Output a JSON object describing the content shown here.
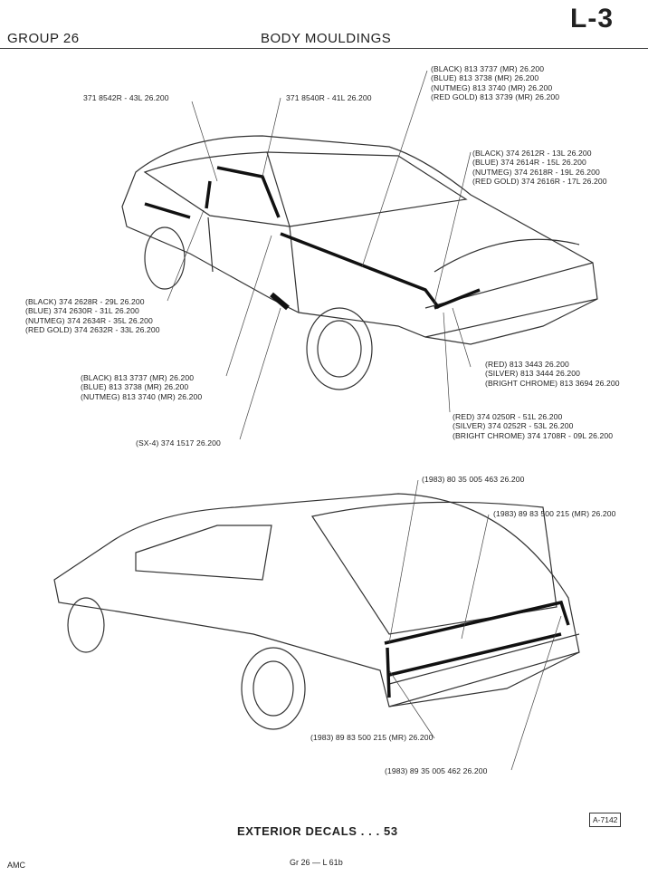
{
  "header": {
    "group": "GROUP 26",
    "title": "BODY MOULDINGS",
    "page_code": "L-3"
  },
  "callouts_top": {
    "rear_quarter_window": [
      "371 8542R - 43L  26.200"
    ],
    "door_window": [
      "371 8540R - 41L  26.200"
    ],
    "belt_stripe": [
      "(BLACK) 813 3737 (MR)  26.200",
      "(BLUE) 813 3738 (MR)  26.200",
      "(NUTMEG) 813 3740 (MR)  26.200",
      "(RED GOLD) 813 3739 (MR)  26.200"
    ],
    "front_fender": [
      "(BLACK) 374 2612R - 13L  26.200",
      "(BLUE) 374 2614R - 15L  26.200",
      "(NUTMEG) 374 2618R - 19L  26.200",
      "(RED GOLD) 374 2616R - 17L  26.200"
    ],
    "quarter_panel": [
      "(BLACK) 374 2628R - 29L  26.200",
      "(BLUE) 374 2630R - 31L  26.200",
      "(NUTMEG) 374 2634R - 35L  26.200",
      "(RED GOLD) 374 2632R - 33L  26.200"
    ],
    "grille": [
      "(RED) 813 3443  26.200",
      "(SILVER) 813 3444  26.200",
      "(BRIGHT CHROME) 813 3694  26.200"
    ],
    "door_stripe": [
      "(BLACK) 813 3737 (MR)  26.200",
      "(BLUE) 813 3738 (MR)  26.200",
      "(NUTMEG) 813 3740 (MR)  26.200"
    ],
    "headlamp": [
      "(RED) 374 0250R - 51L  26.200",
      "(SILVER) 374 0252R - 53L  26.200",
      "(BRIGHT CHROME) 374 1708R - 09L  26.200"
    ],
    "sx4_emblem": [
      "(SX-4) 374 1517  26.200"
    ]
  },
  "callouts_bottom": {
    "tail_1": "(1983) 80 35 005 463  26.200",
    "tail_2": "(1983) 89 83 500 215 (MR)  26.200",
    "bumper_1": "(1983) 89 83 500 215 (MR)  26.200",
    "bumper_2": "(1983) 89 35 005 462  26.200"
  },
  "footer": {
    "section": "EXTERIOR DECALS . . . 53",
    "figure_ref": "A-7142",
    "brand": "AMC",
    "page": "Gr 26 — L 61b"
  }
}
